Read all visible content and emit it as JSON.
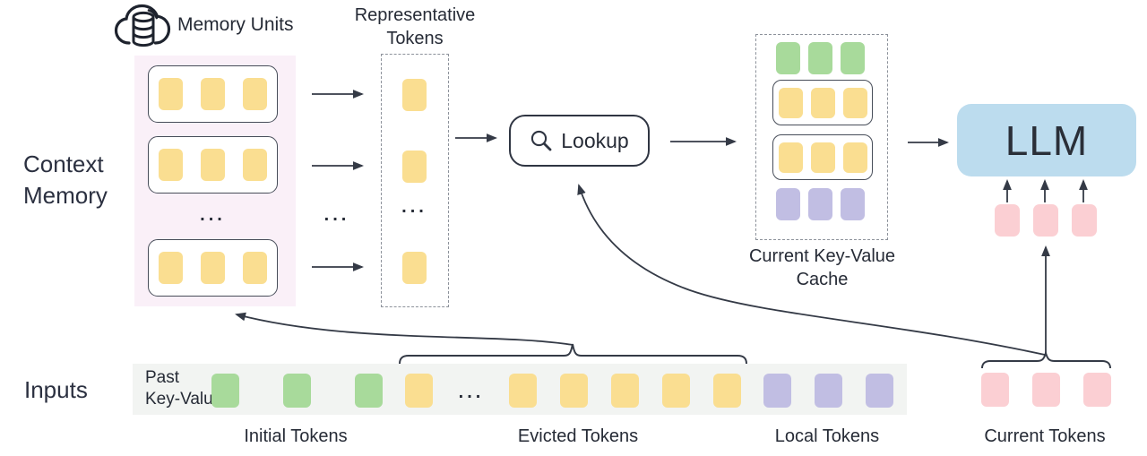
{
  "colors": {
    "yellow": "#FADE91",
    "green": "#A8DA9B",
    "purple": "#C1BEE3",
    "pink": "#FBCFD3",
    "llm_blue": "#BCDCEE",
    "memory_panel_bg": "#FAF0F8",
    "strip_bg": "#F2F4F2",
    "line": "#343A46"
  },
  "context_memory": {
    "line1": "Context",
    "line2": "Memory"
  },
  "memory": {
    "title": "Memory Units",
    "ellipsis": "..."
  },
  "flow_ellipsis": "...",
  "representative": {
    "line1": "Representative",
    "line2": "Tokens",
    "ellipsis": "..."
  },
  "lookup": {
    "label": "Lookup"
  },
  "cache": {
    "line1": "Current Key-Value",
    "line2": "Cache"
  },
  "llm": {
    "label": "LLM"
  },
  "inputs": {
    "label": "Inputs",
    "past_line1": "Past",
    "past_line2": "Key-Value",
    "ellipsis": "...",
    "initial_label": "Initial Tokens",
    "evicted_label": "Evicted Tokens",
    "local_label": "Local Tokens",
    "current_label": "Current Tokens"
  },
  "tokens": {
    "yellow3": [
      "#FADE91",
      "#FADE91",
      "#FADE91"
    ],
    "yellow1": [
      "#FADE91"
    ],
    "yellow5": [
      "#FADE91",
      "#FADE91",
      "#FADE91",
      "#FADE91",
      "#FADE91"
    ],
    "green3": [
      "#A8DA9B",
      "#A8DA9B",
      "#A8DA9B"
    ],
    "purple3": [
      "#C1BEE3",
      "#C1BEE3",
      "#C1BEE3"
    ],
    "pink3": [
      "#FBCFD3",
      "#FBCFD3",
      "#FBCFD3"
    ]
  }
}
